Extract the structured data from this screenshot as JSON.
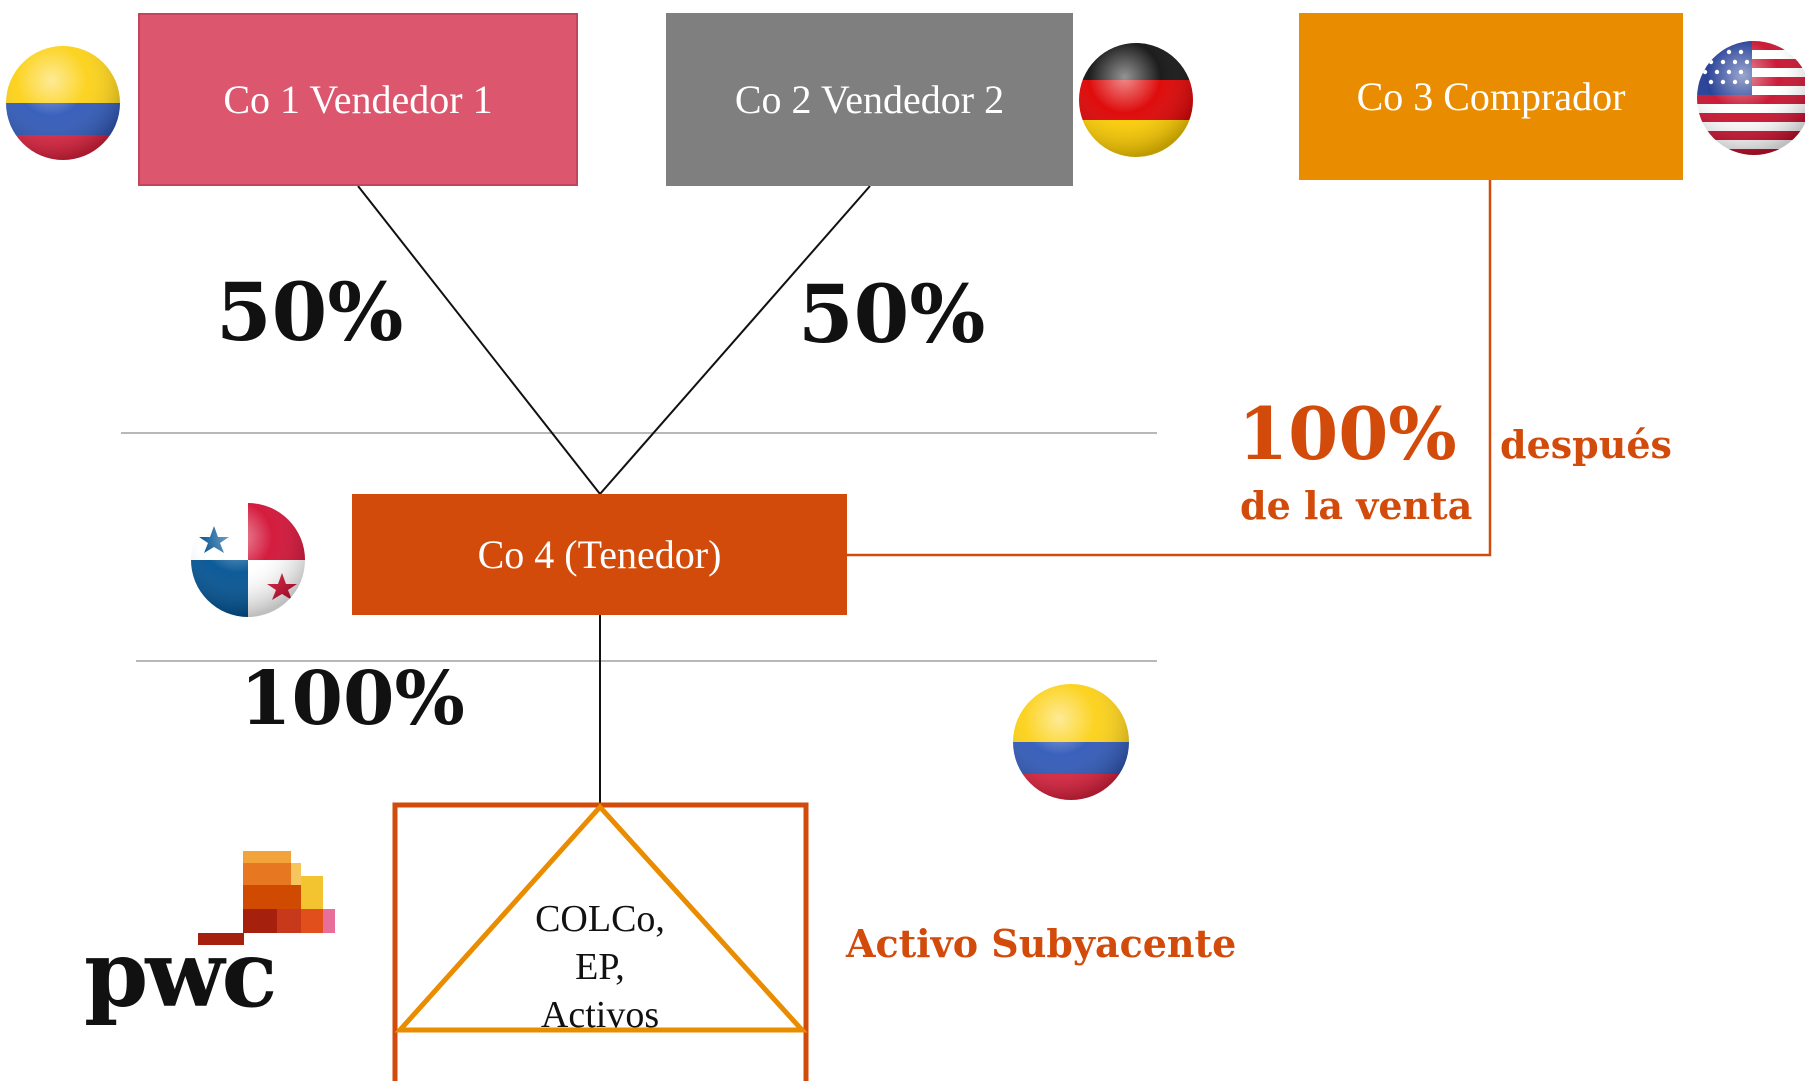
{
  "boxes": {
    "co1": {
      "label": "Co 1 Vendedor 1",
      "color": "#dc566e"
    },
    "co2": {
      "label": "Co 2 Vendedor 2",
      "color": "#7f7f7f"
    },
    "co3": {
      "label": "Co 3 Comprador",
      "color": "#ea8c00"
    },
    "co4": {
      "label": "Co 4 (Tenedor)",
      "color": "#d24b0b"
    }
  },
  "percentages": {
    "co1_share": "50%",
    "co2_share": "50%",
    "co4_share": "100%",
    "co3_share": "100%",
    "co3_note_line1": "después",
    "co3_note_line2": "de la venta"
  },
  "asset": {
    "lines": [
      "COLCo,",
      "EP,",
      "Activos"
    ],
    "caption": "Activo Subyacente"
  },
  "logo": {
    "text": "pwc"
  },
  "flags": {
    "co1": "colombia-flag-icon",
    "co2": "germany-flag-icon",
    "co3": "usa-flag-icon",
    "co4": "panama-flag-icon",
    "asset": "colombia-flag-icon"
  },
  "colors": {
    "accent": "#d24b0b",
    "triangle": "#ea8c00",
    "divider": "#b8b8b8",
    "connector": "#111111"
  }
}
